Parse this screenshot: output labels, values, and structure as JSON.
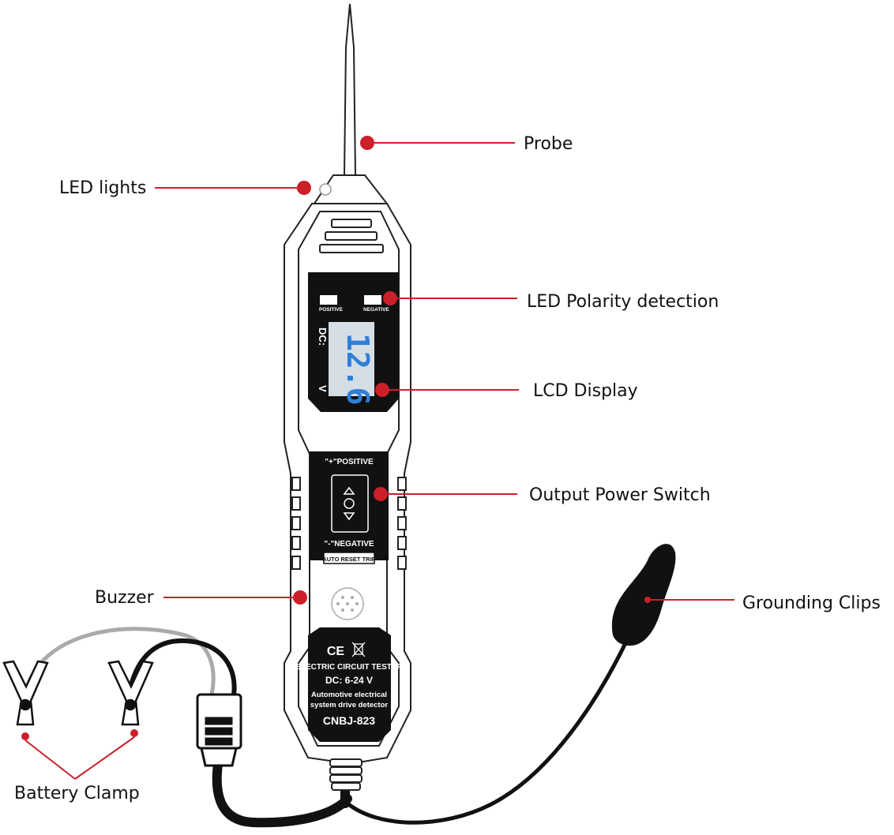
{
  "colors": {
    "accent_red": "#cc1f2a",
    "lcd_blue": "#2f7fd8",
    "lcd_bg": "#d5dde5",
    "device_outline": "#222222",
    "cable": "#111111",
    "cable_gray": "#aaaaaa"
  },
  "callouts": {
    "probe": "Probe",
    "led_lights": "LED lights",
    "led_polarity": "LED Polarity detection",
    "lcd_display": "LCD Display",
    "output_switch": "Output Power Switch",
    "buzzer": "Buzzer",
    "grounding_clips": "Grounding Clips",
    "battery_clamp": "Battery Clamp"
  },
  "device": {
    "indicator_positive": "POSITIVE",
    "indicator_negative": "NEGATIVE",
    "lcd_mode": "DC:",
    "lcd_value": "12.6",
    "lcd_unit": "V",
    "switch_top_label": "\"+\"POSITIVE",
    "switch_bottom_label": "\"-\"NEGATIVE",
    "reset_label": "AUTO RESET TRIP",
    "cert_marks": "CE",
    "plate_title": "ELECTRIC CIRCUIT TESTER",
    "plate_range": "DC: 6-24 V",
    "plate_desc_1": "Automotive electrical",
    "plate_desc_2": "system drive detector",
    "plate_model": "CNBJ-823"
  },
  "icons": [
    "led-bulb-icon",
    "buzzer-grille-icon",
    "rocker-switch-icon",
    "weee-bin-icon",
    "alligator-clip-icon"
  ]
}
